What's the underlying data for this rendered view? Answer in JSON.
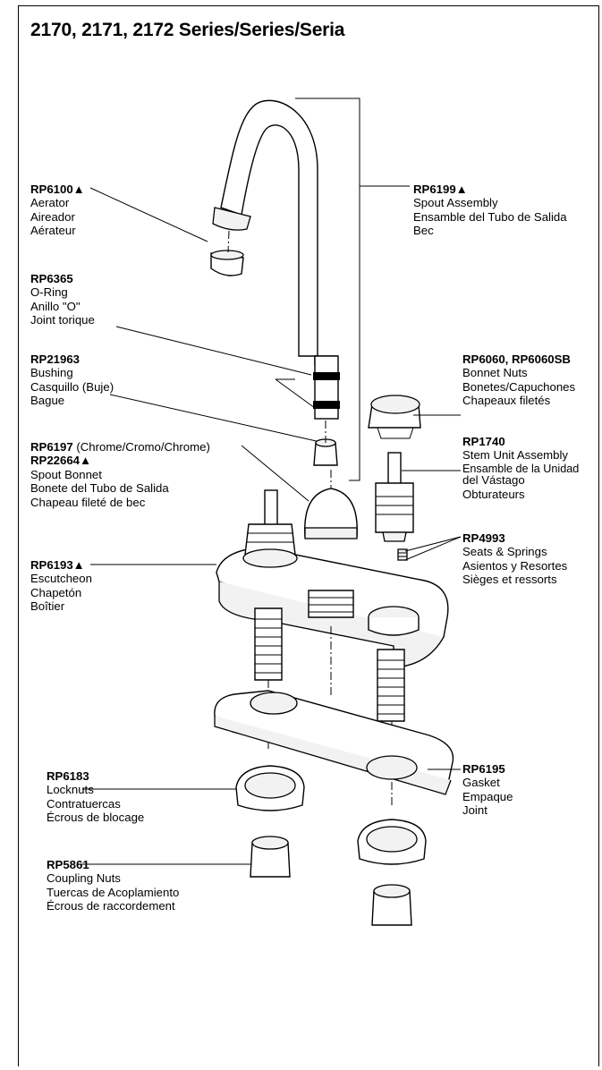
{
  "title": "2170, 2171, 2172 Series/Series/Seria",
  "parts": [
    {
      "id": "rp6100",
      "number": "RP6100▲",
      "names": [
        "Aerator",
        "Aireador",
        "Aérateur"
      ]
    },
    {
      "id": "rp6199",
      "number": "RP6199▲",
      "names": [
        "Spout Assembly",
        "Ensamble del Tubo de Salida",
        "Bec"
      ]
    },
    {
      "id": "rp6365",
      "number": "RP6365",
      "names": [
        "O-Ring",
        "Anillo \"O\"",
        "Joint torique"
      ]
    },
    {
      "id": "rp21963",
      "number": "RP21963",
      "names": [
        "Bushing",
        "Casquillo (Buje)",
        "Bague"
      ]
    },
    {
      "id": "rp6060",
      "number": "RP6060, RP6060SB",
      "names": [
        "Bonnet Nuts",
        "Bonetes/Capuchones",
        "Chapeaux filetés"
      ]
    },
    {
      "id": "rp1740",
      "number": "RP1740",
      "names": [
        "Stem Unit Assembly",
        "Ensamble de la Unidad",
        "del Vástago",
        "Obturateurs"
      ]
    },
    {
      "id": "rp6197",
      "number": "RP6197",
      "note": "(Chrome/Cromo/Chrome)",
      "number2": "RP22664▲",
      "names": [
        "Spout Bonnet",
        "Bonete del Tubo de Salida",
        "Chapeau fileté de bec"
      ]
    },
    {
      "id": "rp4993",
      "number": "RP4993",
      "names": [
        "Seats & Springs",
        "Asientos y Resortes",
        "Sièges et ressorts"
      ]
    },
    {
      "id": "rp6193",
      "number": "RP6193▲",
      "names": [
        "Escutcheon",
        "Chapetón",
        "Boîtier"
      ]
    },
    {
      "id": "rp6183",
      "number": "RP6183",
      "names": [
        "Locknuts",
        "Contratuercas",
        "Écrous de blocage"
      ]
    },
    {
      "id": "rp6195",
      "number": "RP6195",
      "names": [
        "Gasket",
        "Empaque",
        "Joint"
      ]
    },
    {
      "id": "rp5861",
      "number": "RP5861",
      "names": [
        "Coupling Nuts",
        "Tuercas de Acoplamiento",
        "Écrous de raccordement"
      ]
    }
  ]
}
